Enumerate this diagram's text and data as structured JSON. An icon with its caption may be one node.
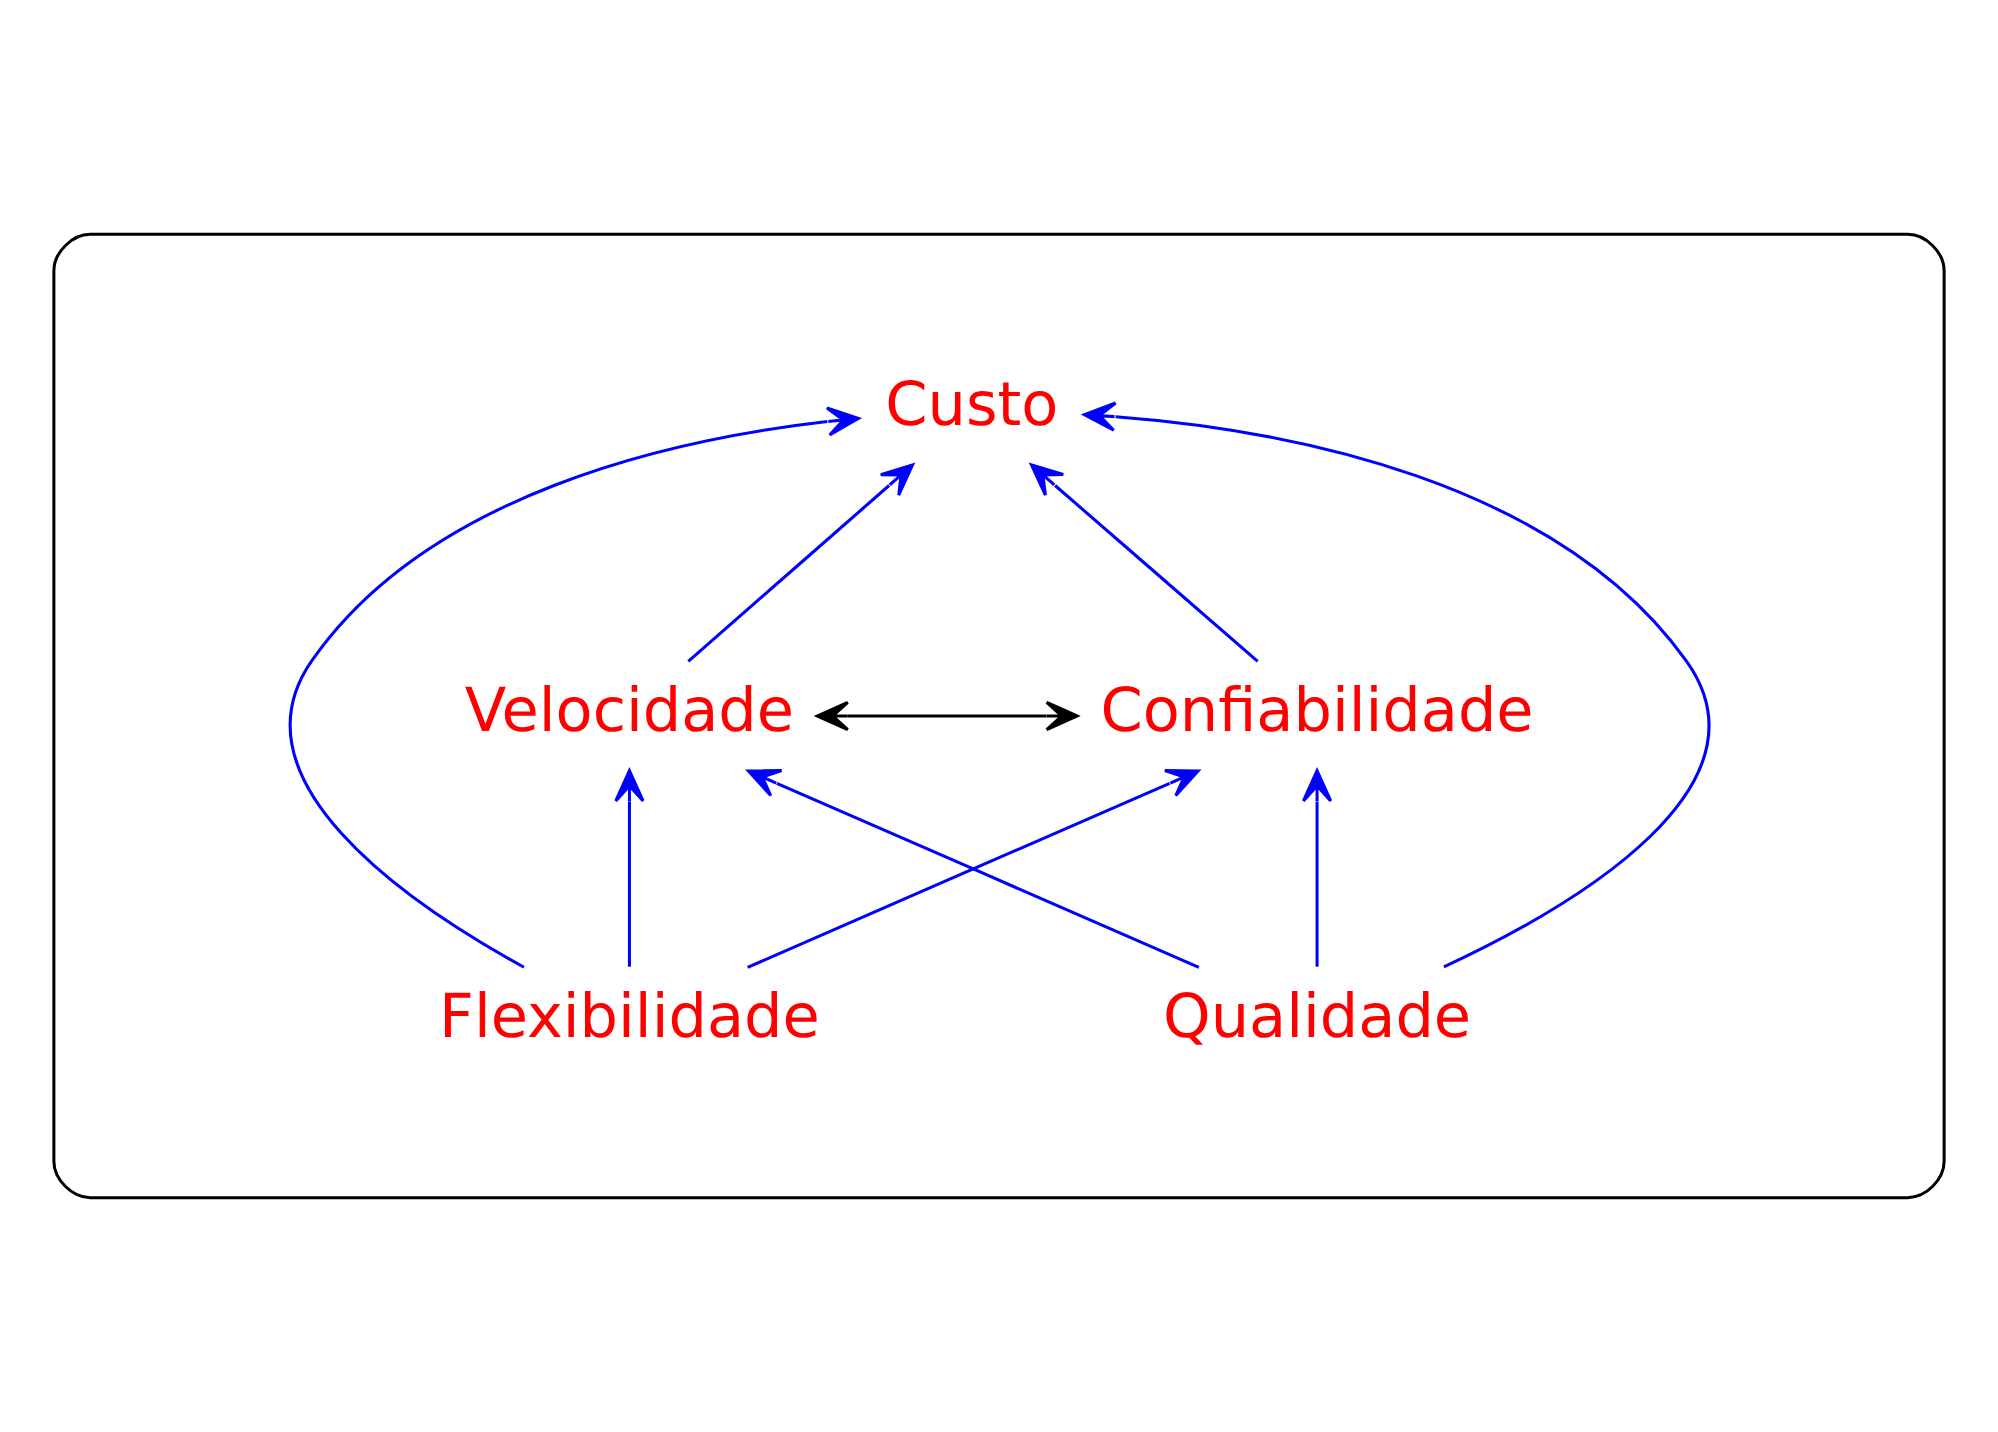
{
  "diagram": {
    "nodes": [
      {
        "text": [],
        "shape": "ellipse"
      },
      {
        "text": [
          "Custo"
        ],
        "in": 0
      },
      {
        "text": [
          "Velocidade"
        ],
        "in": 0
      },
      {
        "text": [
          "Confiabilidade"
        ],
        "in": 0
      },
      {
        "text": [
          "Qualidade"
        ],
        "in": 0
      },
      {
        "text": [
          "Flexibilidade"
        ],
        "in": 0
      }
    ],
    "edges": [
      {
        "from": 2,
        "to": 1,
        "arrow": "to"
      },
      {
        "from": 3,
        "to": 1,
        "arrow": "to"
      },
      {
        "from": 2,
        "to": 3,
        "arrow": "both",
        "color": "#000000"
      },
      {
        "from": 4,
        "to": 2,
        "arrow": "to"
      },
      {
        "from": 4,
        "to": 1,
        "arrow": "to"
      },
      {
        "from": 4,
        "to": 3,
        "arrow": "to"
      },
      {
        "from": 5,
        "to": 2,
        "arrow": "to"
      },
      {
        "from": 5,
        "to": 1,
        "arrow": "to"
      },
      {
        "from": 5,
        "to": 3,
        "arrow": "to"
      }
    ]
  }
}
